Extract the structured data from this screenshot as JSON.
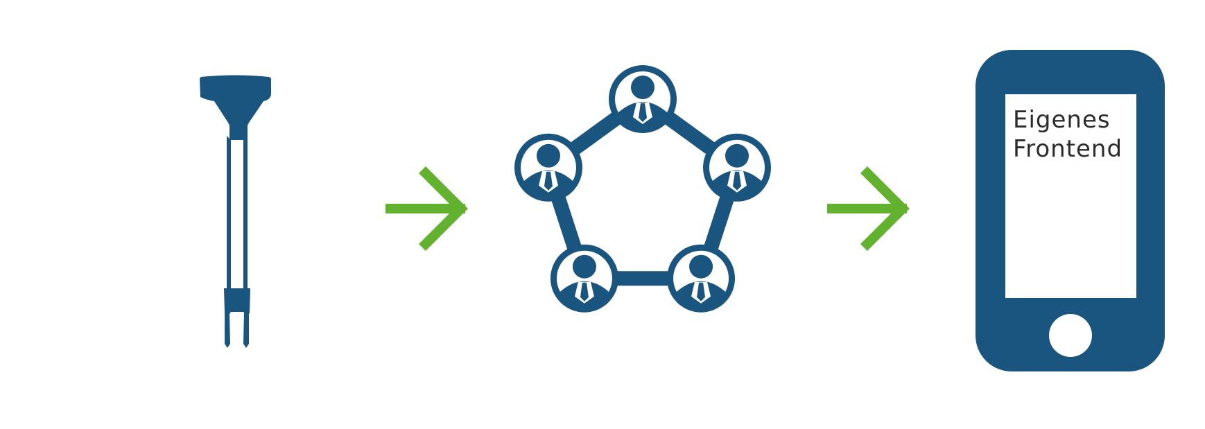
{
  "colors": {
    "primary": "#19557F",
    "accent": "#62B12F",
    "background": "#FFFFFF",
    "screen": "#FFFFFF",
    "label_text": "#2B2B2B"
  },
  "icons": {
    "sensor": "soil-moisture-sensor-icon",
    "arrow": "chevron-right-arrow-icon",
    "network": "people-network-icon",
    "person": "person-icon",
    "phone": "smartphone-icon"
  },
  "network": {
    "node_count": 5
  },
  "phone": {
    "label_line1": "Eigenes",
    "label_line2": "Frontend"
  }
}
